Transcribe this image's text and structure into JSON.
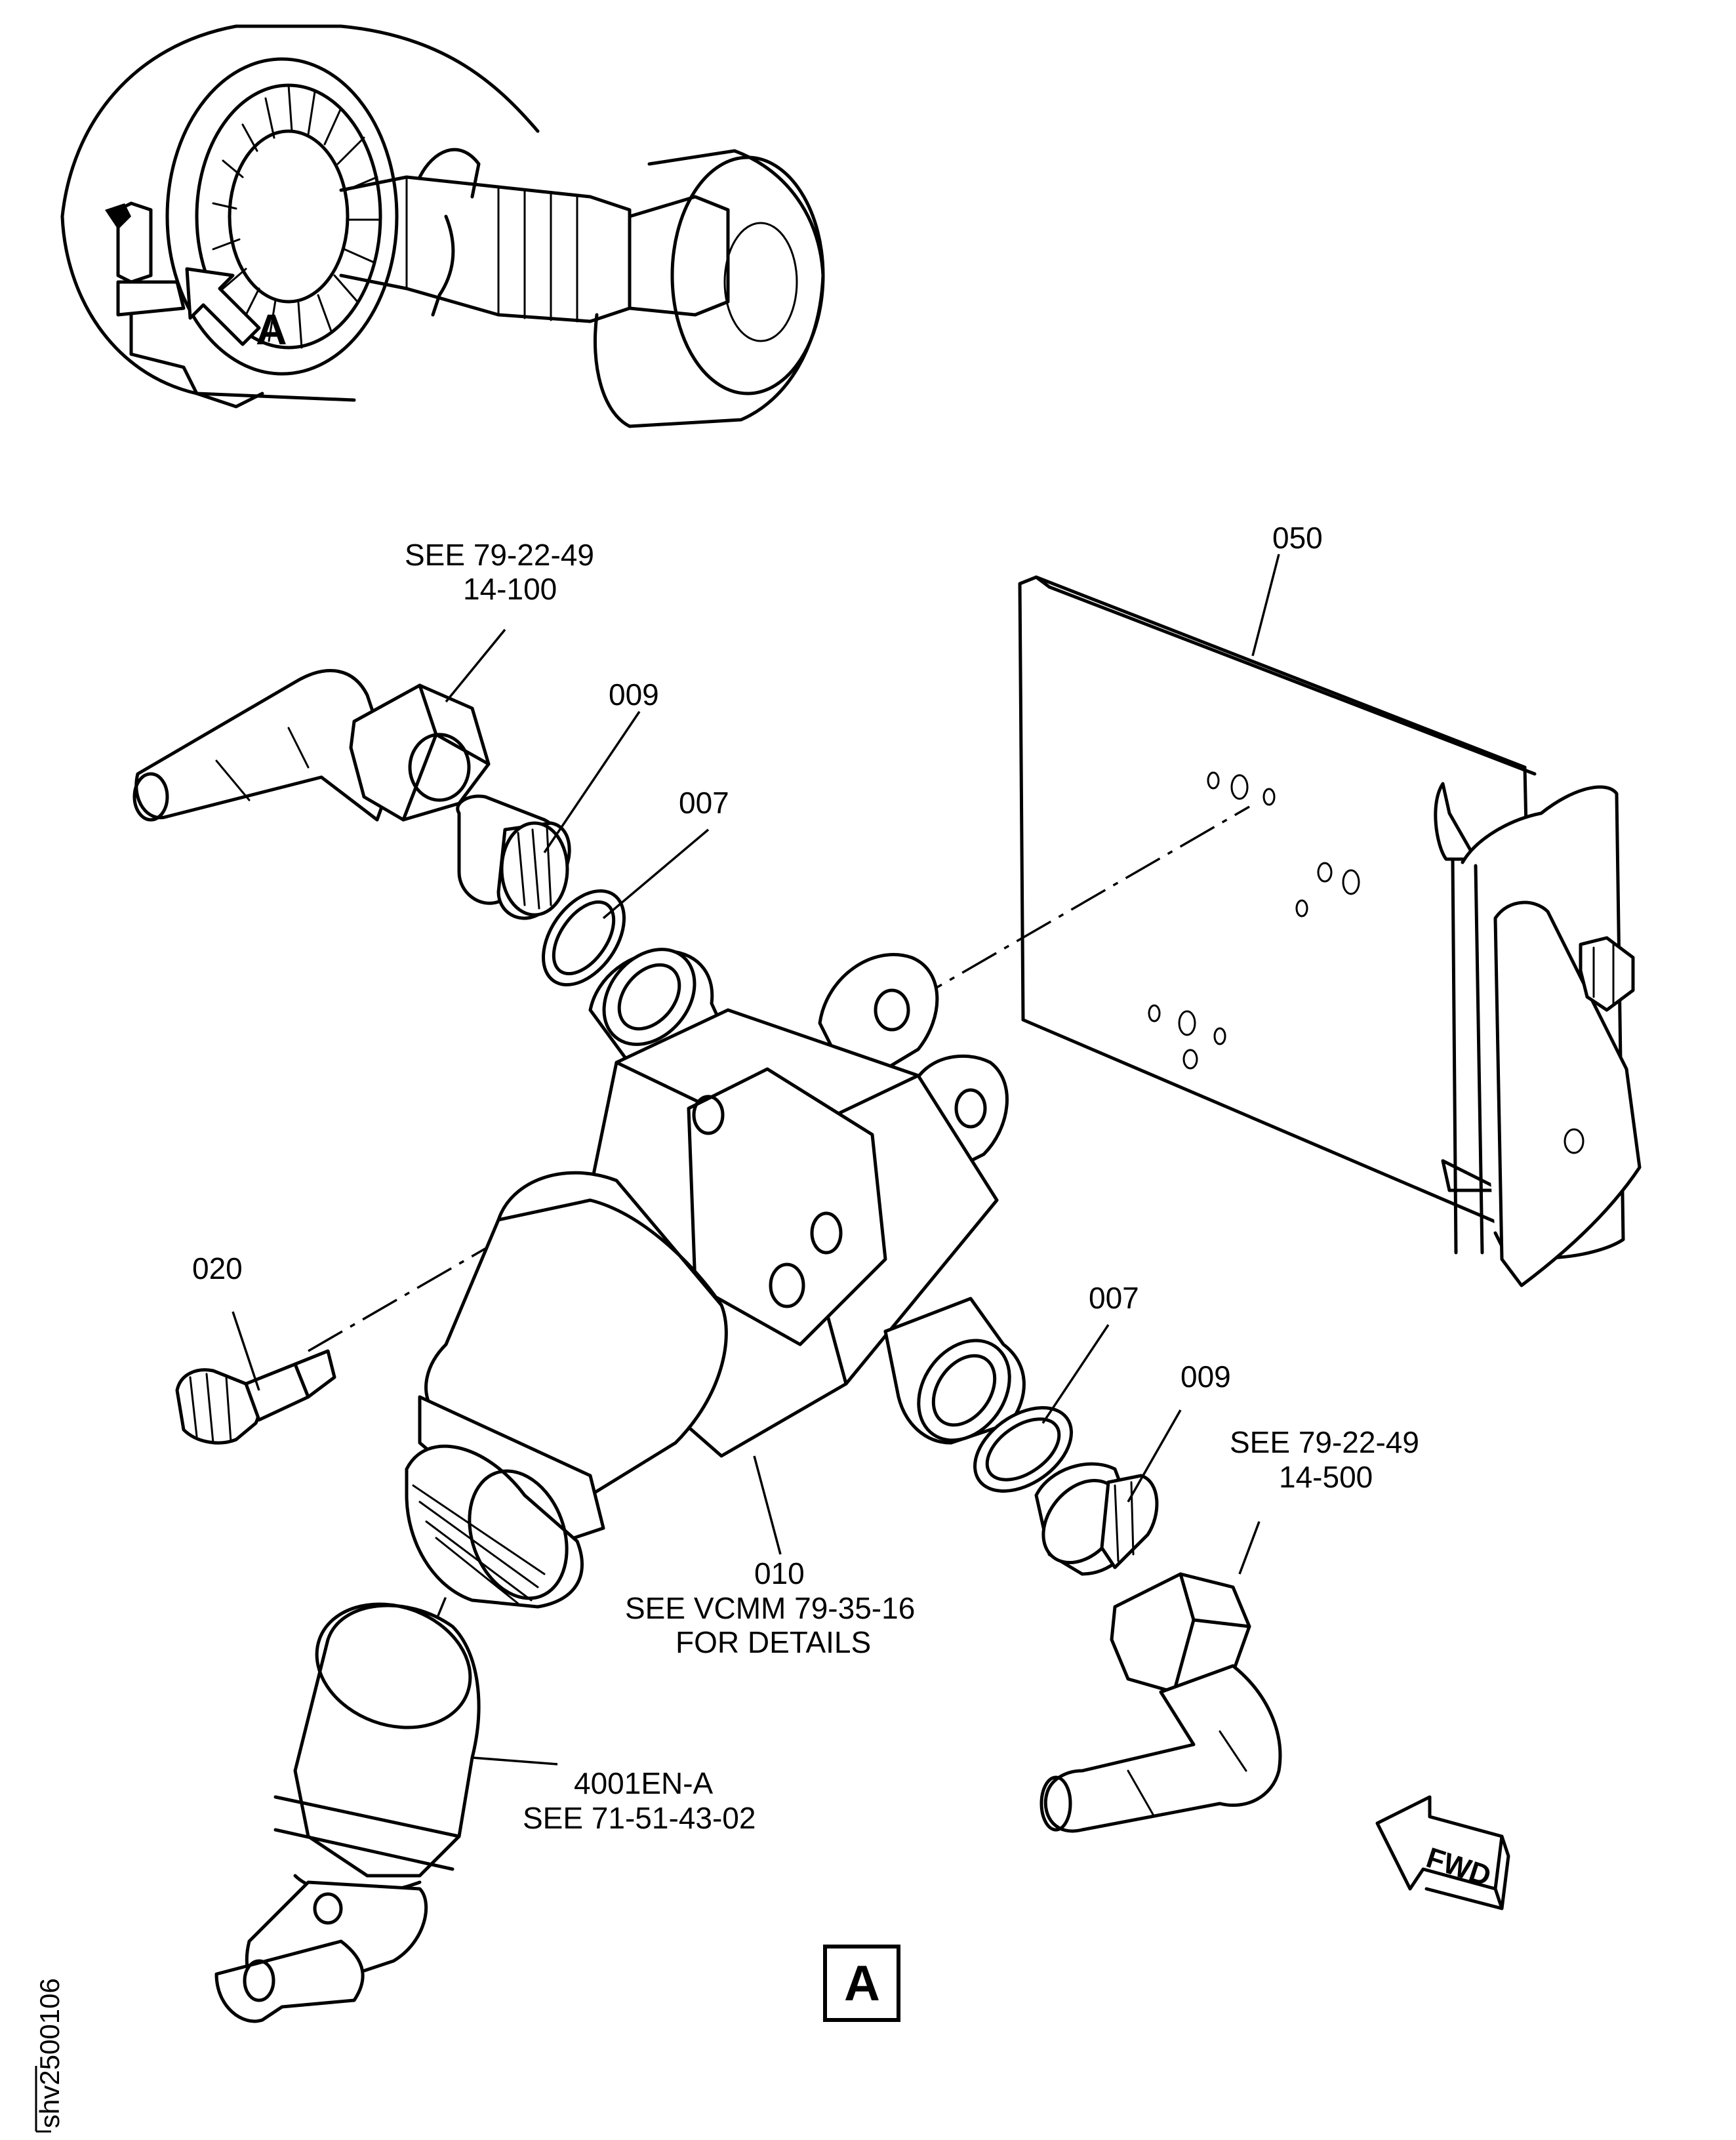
{
  "labels": {
    "see_top_left_1": "SEE 79-22-49",
    "see_top_left_2": "14-100",
    "item_050": "050",
    "item_009_top": "009",
    "item_007_top": "007",
    "item_020": "020",
    "item_007_right": "007",
    "item_009_right": "009",
    "see_right_1": "SEE 79-22-49",
    "see_right_2": "14-500",
    "item_010": "010",
    "item_010_note_1": "SEE VCMM 79-35-16",
    "item_010_note_2": "FOR DETAILS",
    "connector_1": "4001EN-A",
    "connector_2": "SEE 71-51-43-02",
    "fwd": "FWD",
    "view_letter": "A",
    "locator_view_letter": "A",
    "figure_id": "shv2500106"
  }
}
